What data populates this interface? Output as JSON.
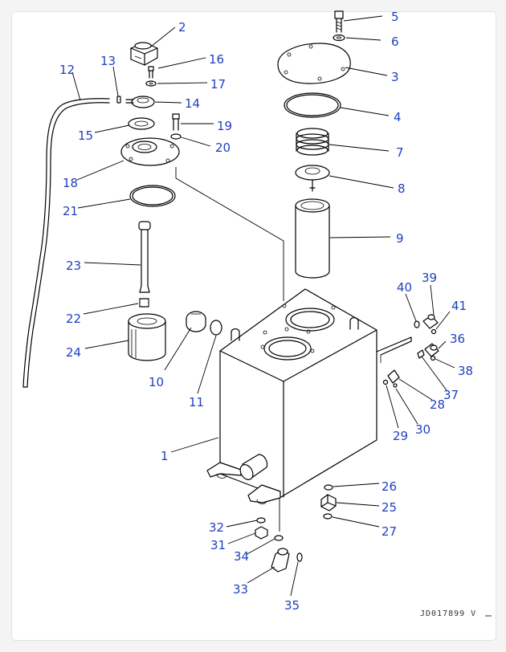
{
  "drawing": {
    "code": "JD017899 V",
    "ink_color": "#000000",
    "callout_color": "#1f3fbf",
    "callouts": [
      "1",
      "2",
      "3",
      "4",
      "5",
      "6",
      "7",
      "8",
      "9",
      "10",
      "11",
      "12",
      "13",
      "14",
      "15",
      "16",
      "17",
      "18",
      "19",
      "20",
      "21",
      "22",
      "23",
      "24",
      "25",
      "26",
      "27",
      "28",
      "29",
      "30",
      "31",
      "32",
      "33",
      "34",
      "35",
      "36",
      "37",
      "38",
      "39",
      "40",
      "41"
    ]
  }
}
